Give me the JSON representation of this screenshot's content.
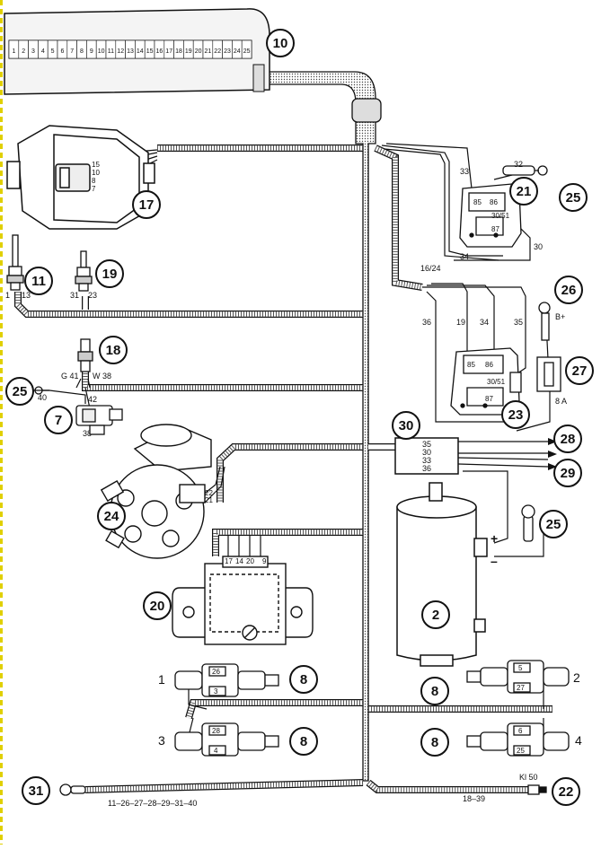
{
  "callouts": {
    "c10": "10",
    "c17": "17",
    "c11": "11",
    "c19": "19",
    "c18": "18",
    "c25a": "25",
    "c7": "7",
    "c21": "21",
    "c25b": "25",
    "c26": "26",
    "c23": "23",
    "c27": "27",
    "c30": "30",
    "c28": "28",
    "c29": "29",
    "c24": "24",
    "c25c": "25",
    "c2": "2",
    "c20": "20",
    "c8a": "8",
    "c8b": "8",
    "c8c": "8",
    "c8d": "8",
    "c31": "31",
    "c22": "22"
  },
  "wire_labels": {
    "w33": "33",
    "w32": "32",
    "w30": "30",
    "w34": "34",
    "w16_24": "16/24",
    "w36": "36",
    "w19": "19",
    "w34b": "34",
    "w35": "35",
    "w_bplus": "B+",
    "w8a": "8 A",
    "w1": "1",
    "w13": "13",
    "w31": "31",
    "w23": "23",
    "wG41": "G 41",
    "wW38": "W 38",
    "w40": "40",
    "w42": "42",
    "w38": "38",
    "w22": "22",
    "w21": "21",
    "w17": "17",
    "w14": "14",
    "w20": "20",
    "w9": "9",
    "bottom_left": "11–26–27–28–29–31–40",
    "kl50": "Kl 50",
    "w18_39": "18–39"
  },
  "relay_pins": {
    "r85": "85",
    "r86": "86",
    "r3051": "30/51",
    "r87": "87"
  },
  "box30_pins": [
    "35",
    "30",
    "33",
    "36"
  ],
  "injector_nums": {
    "i1": "1",
    "i2": "2",
    "i3": "3",
    "i4": "4"
  },
  "injector_pins": {
    "p26": "26",
    "p3": "3",
    "p5": "5",
    "p27": "27",
    "p28": "28",
    "p4": "4",
    "p6": "6",
    "p25": "25"
  },
  "connector_pins": {
    "c15": "15",
    "c10": "10",
    "c8": "8",
    "c7": "7"
  },
  "terminal_strip": [
    "1",
    "2",
    "3",
    "4",
    "5",
    "6",
    "7",
    "8",
    "9",
    "10",
    "11",
    "12",
    "13",
    "14",
    "15",
    "16",
    "17",
    "18",
    "19",
    "20",
    "21",
    "22",
    "23",
    "24",
    "25"
  ],
  "coil_polarity": {
    "plus": "+",
    "minus": "–"
  }
}
